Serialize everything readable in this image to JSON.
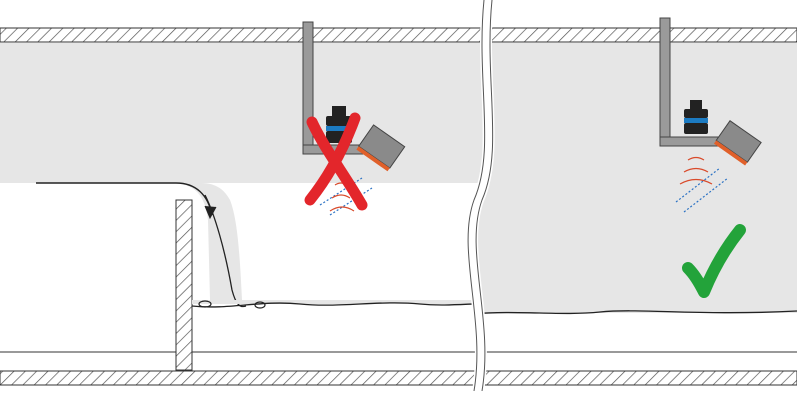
{
  "diagram": {
    "panels": [
      {
        "id": "incorrect",
        "verdict_mark": "cross",
        "mark_color": "#e3262b"
      },
      {
        "id": "correct",
        "verdict_mark": "check",
        "mark_color": "#23a33a"
      }
    ],
    "colors": {
      "channel_fill": "#e6e6e6",
      "wall_hatch": "#555555",
      "sensor_body": "#222222",
      "sensor_band": "#1c7bc2",
      "bracket": "#9a9a9a",
      "radar_unit": "#8a8a8a",
      "radar_face": "#e0602a",
      "wave_blue": "#2b72c4",
      "wave_red": "#d94a2a"
    },
    "icons": [
      "ultrasonic-sensor-icon",
      "radar-sensor-icon",
      "red-cross-icon",
      "green-check-icon",
      "flow-arrow-icon"
    ]
  }
}
